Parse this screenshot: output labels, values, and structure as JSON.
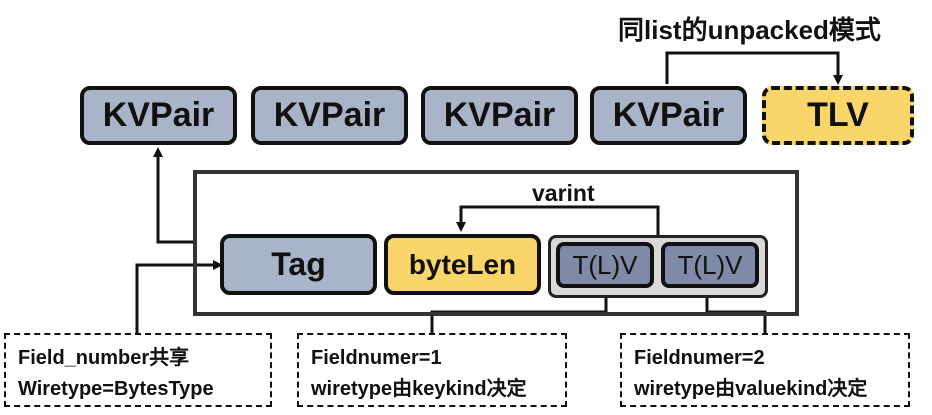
{
  "title": "同list的unpacked模式",
  "kvpairs": [
    "KVPair",
    "KVPair",
    "KVPair",
    "KVPair"
  ],
  "tlv": "TLV",
  "varint": "varint",
  "tag": "Tag",
  "byteLen": "byteLen",
  "tlv_items": [
    "T(L)V",
    "T(L)V"
  ],
  "notes": {
    "field": [
      "Field_number共享",
      "Wiretype=BytesType"
    ],
    "key": [
      "Fieldnumer=1",
      "wiretype由keykind决定"
    ],
    "value": [
      "Fieldnumer=2",
      "wiretype由valuekind决定"
    ]
  }
}
